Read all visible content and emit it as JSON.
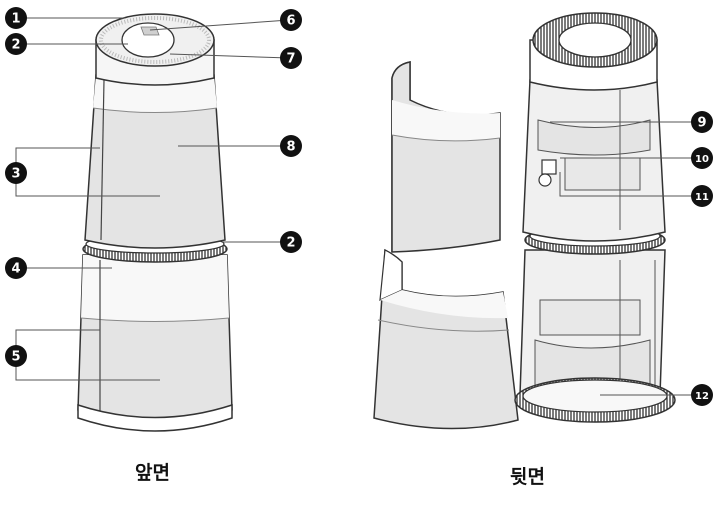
{
  "captions": {
    "front": "앞면",
    "back": "뒷면"
  },
  "callouts": {
    "c1": "1",
    "c2a": "2",
    "c2b": "2",
    "c3": "3",
    "c4": "4",
    "c5": "5",
    "c6": "6",
    "c7": "7",
    "c8": "8",
    "c9": "9",
    "c10": "10",
    "c11": "11",
    "c12": "12"
  },
  "colors": {
    "outline": "#333333",
    "panel_fill": "#e4e4e4",
    "band_fill": "#f8f8f8",
    "callout_fill": "#111111",
    "leader": "#555555"
  }
}
